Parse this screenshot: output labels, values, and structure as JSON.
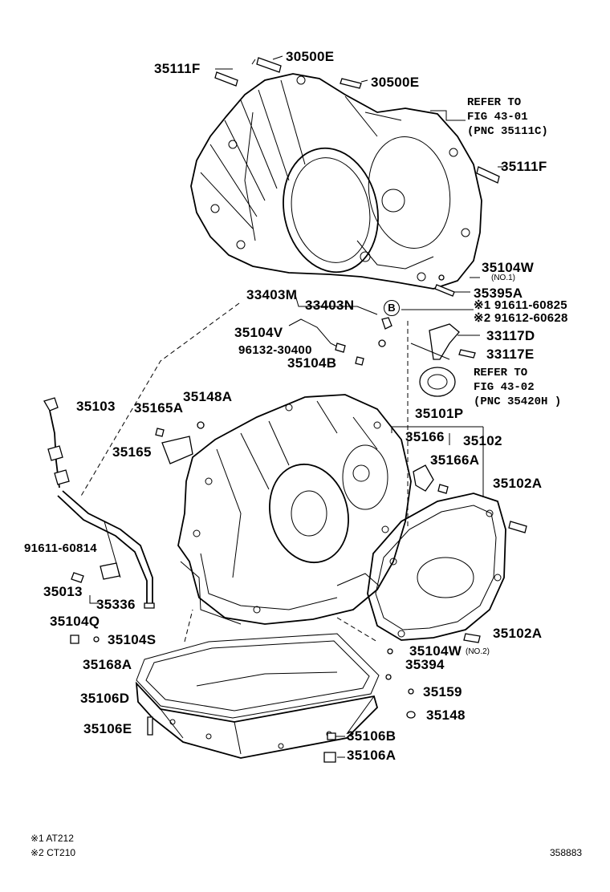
{
  "labels": {
    "p30500e_top": "30500E",
    "p35111f_top": "35111F",
    "p30500e_2": "30500E",
    "refer1_a": "REFER TO",
    "refer1_b": "FIG 43-01",
    "refer1_c": "(PNC 35111C)",
    "p35111f_right": "35111F",
    "p35104w": "35104W",
    "p35104w_sub": "(NO.1)",
    "p35395a": "35395A",
    "p33403m": "33403M",
    "p33403n": "33403N",
    "b_circle": "B",
    "n91611": "※1 91611-60825",
    "n91612": "※2 91612-60628",
    "p35104v": "35104V",
    "p33117d": "33117D",
    "p96132": "96132-30400",
    "p33117e": "33117E",
    "p35104b": "35104B",
    "refer2_a": "REFER TO",
    "refer2_b": "FIG 43-02",
    "refer2_c": "(PNC 35420H )",
    "p35103": "35103",
    "p35165a": "35165A",
    "p35148a": "35148A",
    "p35101p": "35101P",
    "p35166": "35166",
    "p35102": "35102",
    "p35165": "35165",
    "p35166a": "35166A",
    "p35102a_top": "35102A",
    "p91611_60814": "91611-60814",
    "p35013": "35013",
    "p35336": "35336",
    "p35104q": "35104Q",
    "p35104s": "35104S",
    "p35102a_bot": "35102A",
    "p35104w2": "35104W",
    "p35104w2_sub": "(NO.2)",
    "p35168a": "35168A",
    "p35394": "35394",
    "p35106d": "35106D",
    "p35159": "35159",
    "p35148": "35148",
    "p35106e": "35106E",
    "p35106b": "35106B",
    "p35106a": "35106A"
  },
  "footnotes": {
    "note1": "※1 AT212",
    "note2": "※2 CT210",
    "code": "358883"
  }
}
